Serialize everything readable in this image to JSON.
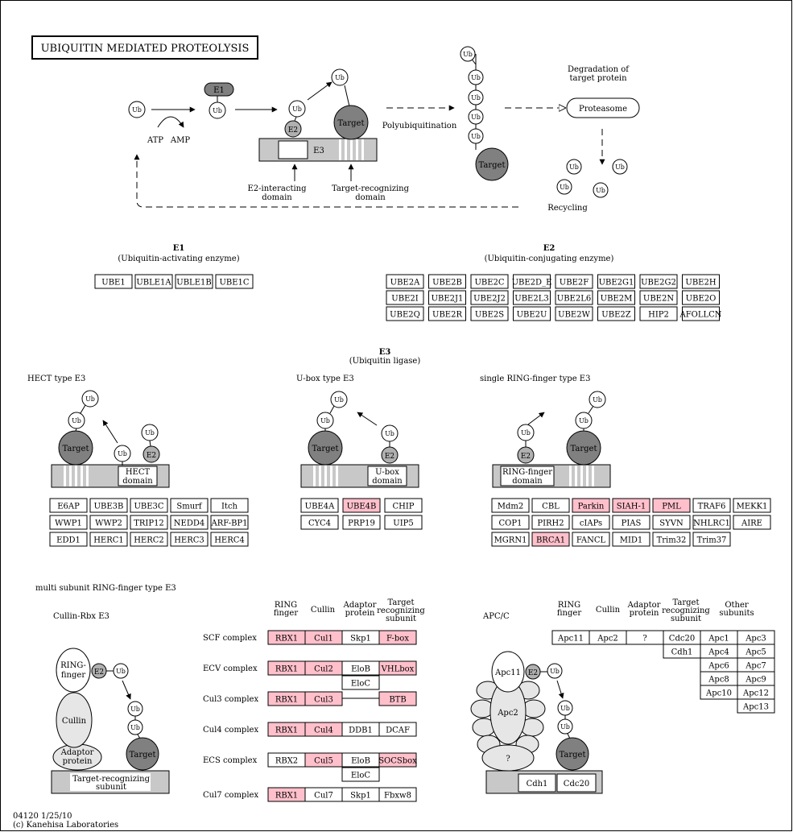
{
  "title": "UBIQUITIN MEDIATED PROTEOLYSIS",
  "footer": {
    "line1": "04120 1/25/10",
    "line2": "(c) Kanehisa Laboratories"
  },
  "pathway": {
    "ub": "Ub",
    "e1": "E1",
    "e2": "E2",
    "e3": "E3",
    "target": "Target",
    "atp": "ATP",
    "amp": "AMP",
    "polyubiquitination": "Polyubiquitination",
    "degradation": [
      "Degradation of",
      "target protein"
    ],
    "proteasome": "Proteasome",
    "recycling": "Recycling",
    "e2_interacting": [
      "E2-interacting",
      "domain"
    ],
    "target_recognizing": [
      "Target-recognizing",
      "domain"
    ]
  },
  "e1_section": {
    "title": "E1",
    "subtitle": "(Ubiquitin-activating enzyme)",
    "genes": [
      "UBE1",
      "UBLE1A",
      "UBLE1B",
      "UBE1C"
    ]
  },
  "e2_section": {
    "title": "E2",
    "subtitle": "(Ubiquitin-conjugating enzyme)",
    "rows": [
      [
        "UBE2A",
        "UBE2B",
        "UBE2C",
        "UBE2D_E",
        "UBE2F",
        "UBE2G1",
        "UBE2G2",
        "UBE2H"
      ],
      [
        "UBE2I",
        "UBE2J1",
        "UBE2J2",
        "UBE2L3",
        "UBE2L6",
        "UBE2M",
        "UBE2N",
        "UBE2O"
      ],
      [
        "UBE2Q",
        "UBE2R",
        "UBE2S",
        "UBE2U",
        "UBE2W",
        "UBE2Z",
        "HIP2",
        "AFOLLCN"
      ]
    ]
  },
  "e3_section": {
    "title": "E3",
    "subtitle": "(Ubiquitin ligase)"
  },
  "hect": {
    "title": "HECT type E3",
    "domain": [
      "HECT",
      "domain"
    ],
    "rows": [
      [
        "E6AP",
        "UBE3B",
        "UBE3C",
        "Smurf",
        "Itch"
      ],
      [
        "WWP1",
        "WWP2",
        "TRIP12",
        "NEDD4",
        "ARF-BP1"
      ],
      [
        "EDD1",
        "HERC1",
        "HERC2",
        "HERC3",
        "HERC4"
      ]
    ]
  },
  "ubox": {
    "title": "U-box type E3",
    "domain": [
      "U-box",
      "domain"
    ],
    "rows": [
      [
        "UBE4A",
        "UBE4B",
        "CHIP"
      ],
      [
        "CYC4",
        "PRP19",
        "UIP5"
      ]
    ],
    "highlight": [
      "UBE4B"
    ]
  },
  "ring": {
    "title": "single RING-finger type E3",
    "domain": [
      "RING-finger",
      "domain"
    ],
    "rows": [
      [
        "Mdm2",
        "CBL",
        "Parkin",
        "SIAH-1",
        "PML",
        "TRAF6",
        "MEKK1"
      ],
      [
        "COP1",
        "PIRH2",
        "cIAPs",
        "PIAS",
        "SYVN",
        "NHLRC1",
        "AIRE"
      ],
      [
        "MGRN1",
        "BRCA1",
        "FANCL",
        "MID1",
        "Trim32",
        "Trim37"
      ]
    ],
    "highlight": [
      "Parkin",
      "SIAH-1",
      "PML",
      "BRCA1"
    ]
  },
  "multi": {
    "title": "multi subunit RING-finger type E3",
    "cullin_rbx_title": "Cullin-Rbx E3",
    "apc_title": "APC/C",
    "ring_finger": [
      "RING-",
      "finger"
    ],
    "cullin": "Cullin",
    "adaptor": [
      "Adaptor",
      "protein"
    ],
    "target_recognizing_subunit": [
      "Target-recognizing",
      "subunit"
    ],
    "q": "?",
    "apc11": "Apc11",
    "apc2": "Apc2",
    "cdh1": "Cdh1",
    "cdc20": "Cdc20",
    "headers": [
      [
        "RING",
        "finger"
      ],
      [
        "Cullin"
      ],
      [
        "Adaptor",
        "protein"
      ],
      [
        "Target",
        "recognizing",
        "subunit"
      ]
    ],
    "complexes": [
      {
        "name": "SCF complex",
        "cells": [
          "RBX1",
          "Cul1",
          "Skp1",
          "F-box"
        ],
        "hl": [
          true,
          true,
          false,
          true
        ]
      },
      {
        "name": "ECV complex",
        "cells": [
          "RBX1",
          "Cul2",
          "EloB",
          "VHLbox"
        ],
        "hl": [
          true,
          true,
          false,
          true
        ],
        "sub": "EloC"
      },
      {
        "name": "Cul3 complex",
        "cells": [
          "RBX1",
          "Cul3",
          "",
          "BTB"
        ],
        "hl": [
          true,
          true,
          false,
          true
        ]
      },
      {
        "name": "Cul4 complex",
        "cells": [
          "RBX1",
          "Cul4",
          "DDB1",
          "DCAF"
        ],
        "hl": [
          true,
          true,
          false,
          false
        ]
      },
      {
        "name": "ECS complex",
        "cells": [
          "RBX2",
          "Cul5",
          "EloB",
          "SOCSbox"
        ],
        "hl": [
          false,
          true,
          false,
          true
        ],
        "sub": "EloC"
      },
      {
        "name": "Cul7 complex",
        "cells": [
          "RBX1",
          "Cul7",
          "Skp1",
          "Fbxw8"
        ],
        "hl": [
          true,
          false,
          false,
          false
        ]
      }
    ],
    "apc_headers": [
      [
        "RING",
        "finger"
      ],
      [
        "Cullin"
      ],
      [
        "Adaptor",
        "protein"
      ],
      [
        "Target",
        "recognizing",
        "subunit"
      ],
      [
        "Other",
        "subunits"
      ]
    ],
    "apc_row": [
      "Apc11",
      "Apc2",
      "?",
      "Cdc20"
    ],
    "apc_cdh1": "Cdh1",
    "other_subunits": [
      [
        "Apc1",
        "Apc3"
      ],
      [
        "Apc4",
        "Apc5"
      ],
      [
        "Apc6",
        "Apc7"
      ],
      [
        "Apc8",
        "Apc9"
      ],
      [
        "Apc10",
        "Apc12"
      ],
      [
        "",
        "Apc13"
      ]
    ]
  },
  "colors": {
    "highlight": "#ffc0cb",
    "grey": "#999999",
    "dark": "#808080",
    "light": "#e6e6e6",
    "bar": "#c8c8c8"
  }
}
